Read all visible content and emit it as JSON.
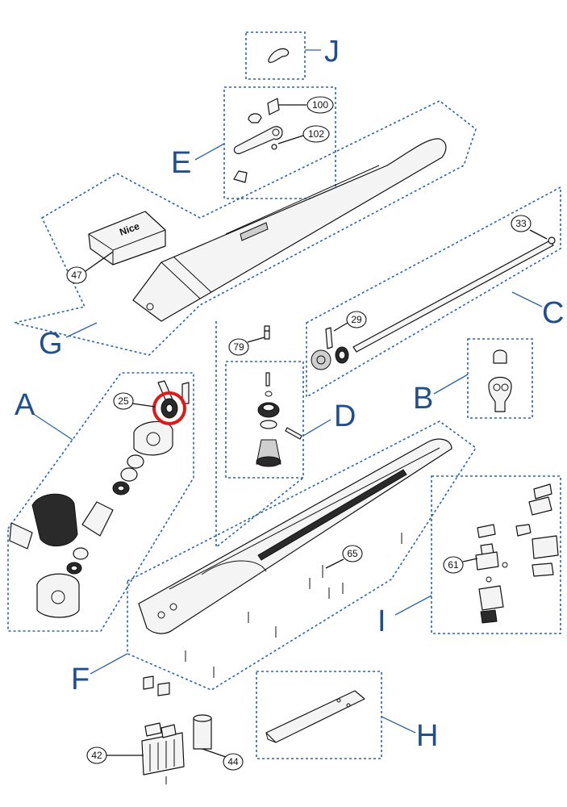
{
  "diagram": {
    "group_labels": {
      "A": "A",
      "B": "B",
      "C": "C",
      "D": "D",
      "E": "E",
      "F": "F",
      "G": "G",
      "H": "H",
      "I": "I",
      "J": "J"
    },
    "callouts": {
      "c25": "25",
      "c29": "29",
      "c33": "33",
      "c42": "42",
      "c44": "44",
      "c47": "47",
      "c61": "61",
      "c65": "65",
      "c79": "79",
      "c100": "100",
      "c102": "102"
    },
    "logo_text": "Nice",
    "colors": {
      "group_outline": "#2a64a8",
      "group_letter": "#1f4f8f",
      "highlight_circle": "#e01818",
      "line_art": "#111111"
    },
    "highlighted_part": "25"
  }
}
